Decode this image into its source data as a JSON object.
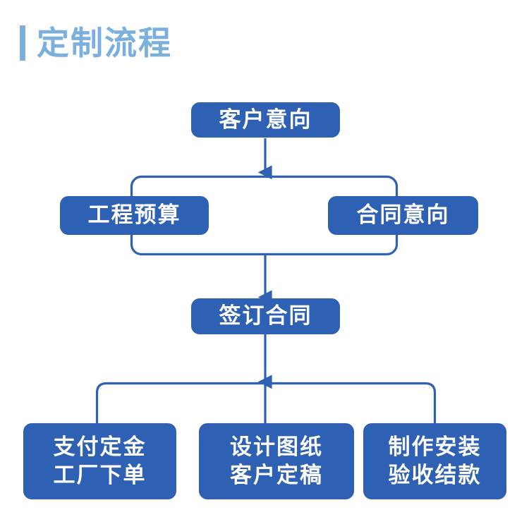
{
  "header": {
    "title": "定制流程",
    "accent_color": "#7bb0de"
  },
  "theme": {
    "node_fill": "#2e60b4",
    "node_text": "#ffffff",
    "connector_color": "#2e60b4",
    "background": "#ffffff"
  },
  "chart_data": {
    "type": "diagram",
    "title": "定制流程",
    "subtype": "flowchart",
    "nodes": [
      {
        "id": "n1",
        "lines": [
          "客户意向"
        ],
        "row": 1
      },
      {
        "id": "n2",
        "lines": [
          "工程预算"
        ],
        "row": 2
      },
      {
        "id": "n3",
        "lines": [
          "合同意向"
        ],
        "row": 2
      },
      {
        "id": "n4",
        "lines": [
          "签订合同"
        ],
        "row": 3
      },
      {
        "id": "n5",
        "lines": [
          "支付定金",
          "工厂下单"
        ],
        "row": 4
      },
      {
        "id": "n6",
        "lines": [
          "设计图纸",
          "客户定稿"
        ],
        "row": 4
      },
      {
        "id": "n7",
        "lines": [
          "制作安装",
          "验收结款"
        ],
        "row": 4
      }
    ],
    "edges": [
      {
        "from": "n1",
        "to": "bracket-1",
        "arrow": true
      },
      {
        "from": "bracket-1",
        "to": "n2",
        "arrow": false
      },
      {
        "from": "bracket-1",
        "to": "n3",
        "arrow": false
      },
      {
        "from": "bracket-1",
        "to": "n4",
        "arrow": true
      },
      {
        "from": "n4",
        "to": "bus-1",
        "arrow": true
      },
      {
        "from": "bus-1",
        "to": "n5",
        "arrow": false
      },
      {
        "from": "bus-1",
        "to": "n6",
        "arrow": false
      },
      {
        "from": "bus-1",
        "to": "n7",
        "arrow": false
      }
    ]
  },
  "nodes": {
    "customer_intent": {
      "line1": "客户意向"
    },
    "project_budget": {
      "line1": "工程预算"
    },
    "contract_intent": {
      "line1": "合同意向"
    },
    "sign_contract": {
      "line1": "签订合同"
    },
    "pay_deposit": {
      "line1": "支付定金",
      "line2": "工厂下单"
    },
    "design_drawing": {
      "line1": "设计图纸",
      "line2": "客户定稿"
    },
    "make_install": {
      "line1": "制作安装",
      "line2": "验收结款"
    }
  }
}
